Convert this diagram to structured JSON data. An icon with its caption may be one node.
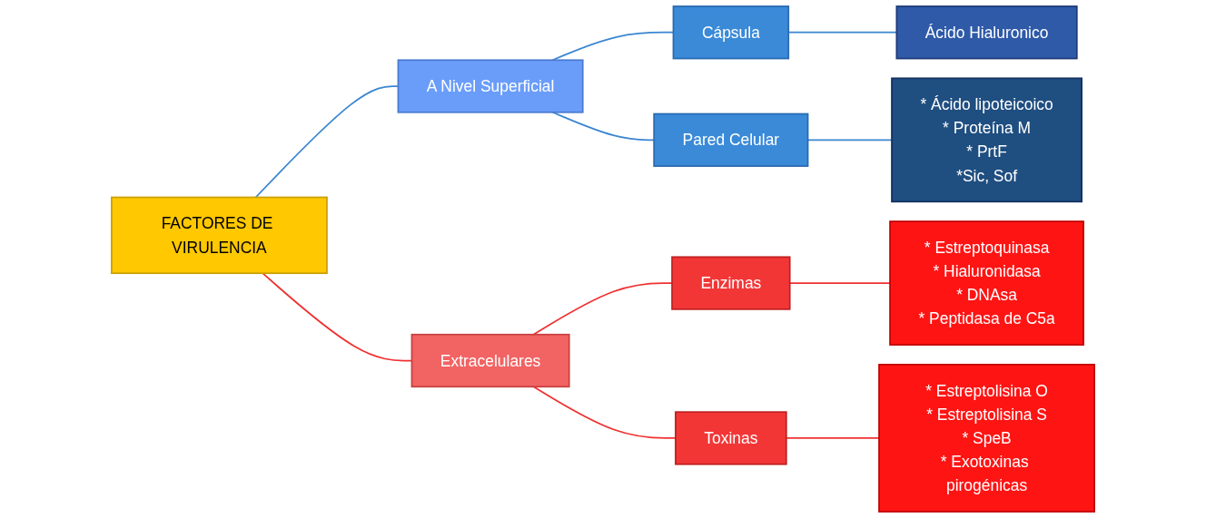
{
  "diagram": {
    "nodes": [
      {
        "text": [
          "FACTORES DE VIRULENCIA"
        ]
      },
      {
        "text": [
          "A Nivel Superficial"
        ]
      },
      {
        "text": [
          "Extracelulares"
        ]
      },
      {
        "text": [
          "Cápsula"
        ]
      },
      {
        "text": [
          "Pared Celular"
        ]
      },
      {
        "text": [
          "Enzimas"
        ]
      },
      {
        "text": [
          "Toxinas"
        ]
      },
      {
        "text": [
          "Ácido Hialuronico"
        ]
      },
      {
        "text": [
          "* Ácido lipoteicoico",
          "* Proteína M",
          "* PrtF",
          "*Sic, Sof"
        ]
      },
      {
        "text": [
          "* Estreptoquinasa",
          "* Hialuronidasa",
          "* DNAsa",
          "* Peptidasa de C5a"
        ]
      },
      {
        "text": [
          "* Estreptolisina O",
          "* Estreptolisina S",
          "* SpeB",
          "* Exotoxinas pirogénicas"
        ]
      }
    ],
    "edges": [
      {
        "from": 0,
        "to": 1,
        "arrow": "none",
        "color": "#3a86d0"
      },
      {
        "from": 0,
        "to": 2,
        "arrow": "none",
        "color": "#f03030"
      },
      {
        "from": 1,
        "to": 3,
        "arrow": "none",
        "color": "#3a86d0"
      },
      {
        "from": 1,
        "to": 4,
        "arrow": "none",
        "color": "#3a86d0"
      },
      {
        "from": 2,
        "to": 5,
        "arrow": "none",
        "color": "#f03030"
      },
      {
        "from": 2,
        "to": 6,
        "arrow": "none",
        "color": "#f03030"
      },
      {
        "from": 3,
        "to": 7,
        "arrow": "none",
        "color": "#3a86d0"
      },
      {
        "from": 4,
        "to": 8,
        "arrow": "none",
        "color": "#3a86d0"
      },
      {
        "from": 5,
        "to": 9,
        "arrow": "none",
        "color": "#f03030"
      },
      {
        "from": 6,
        "to": 10,
        "arrow": "none",
        "color": "#f03030"
      }
    ]
  }
}
